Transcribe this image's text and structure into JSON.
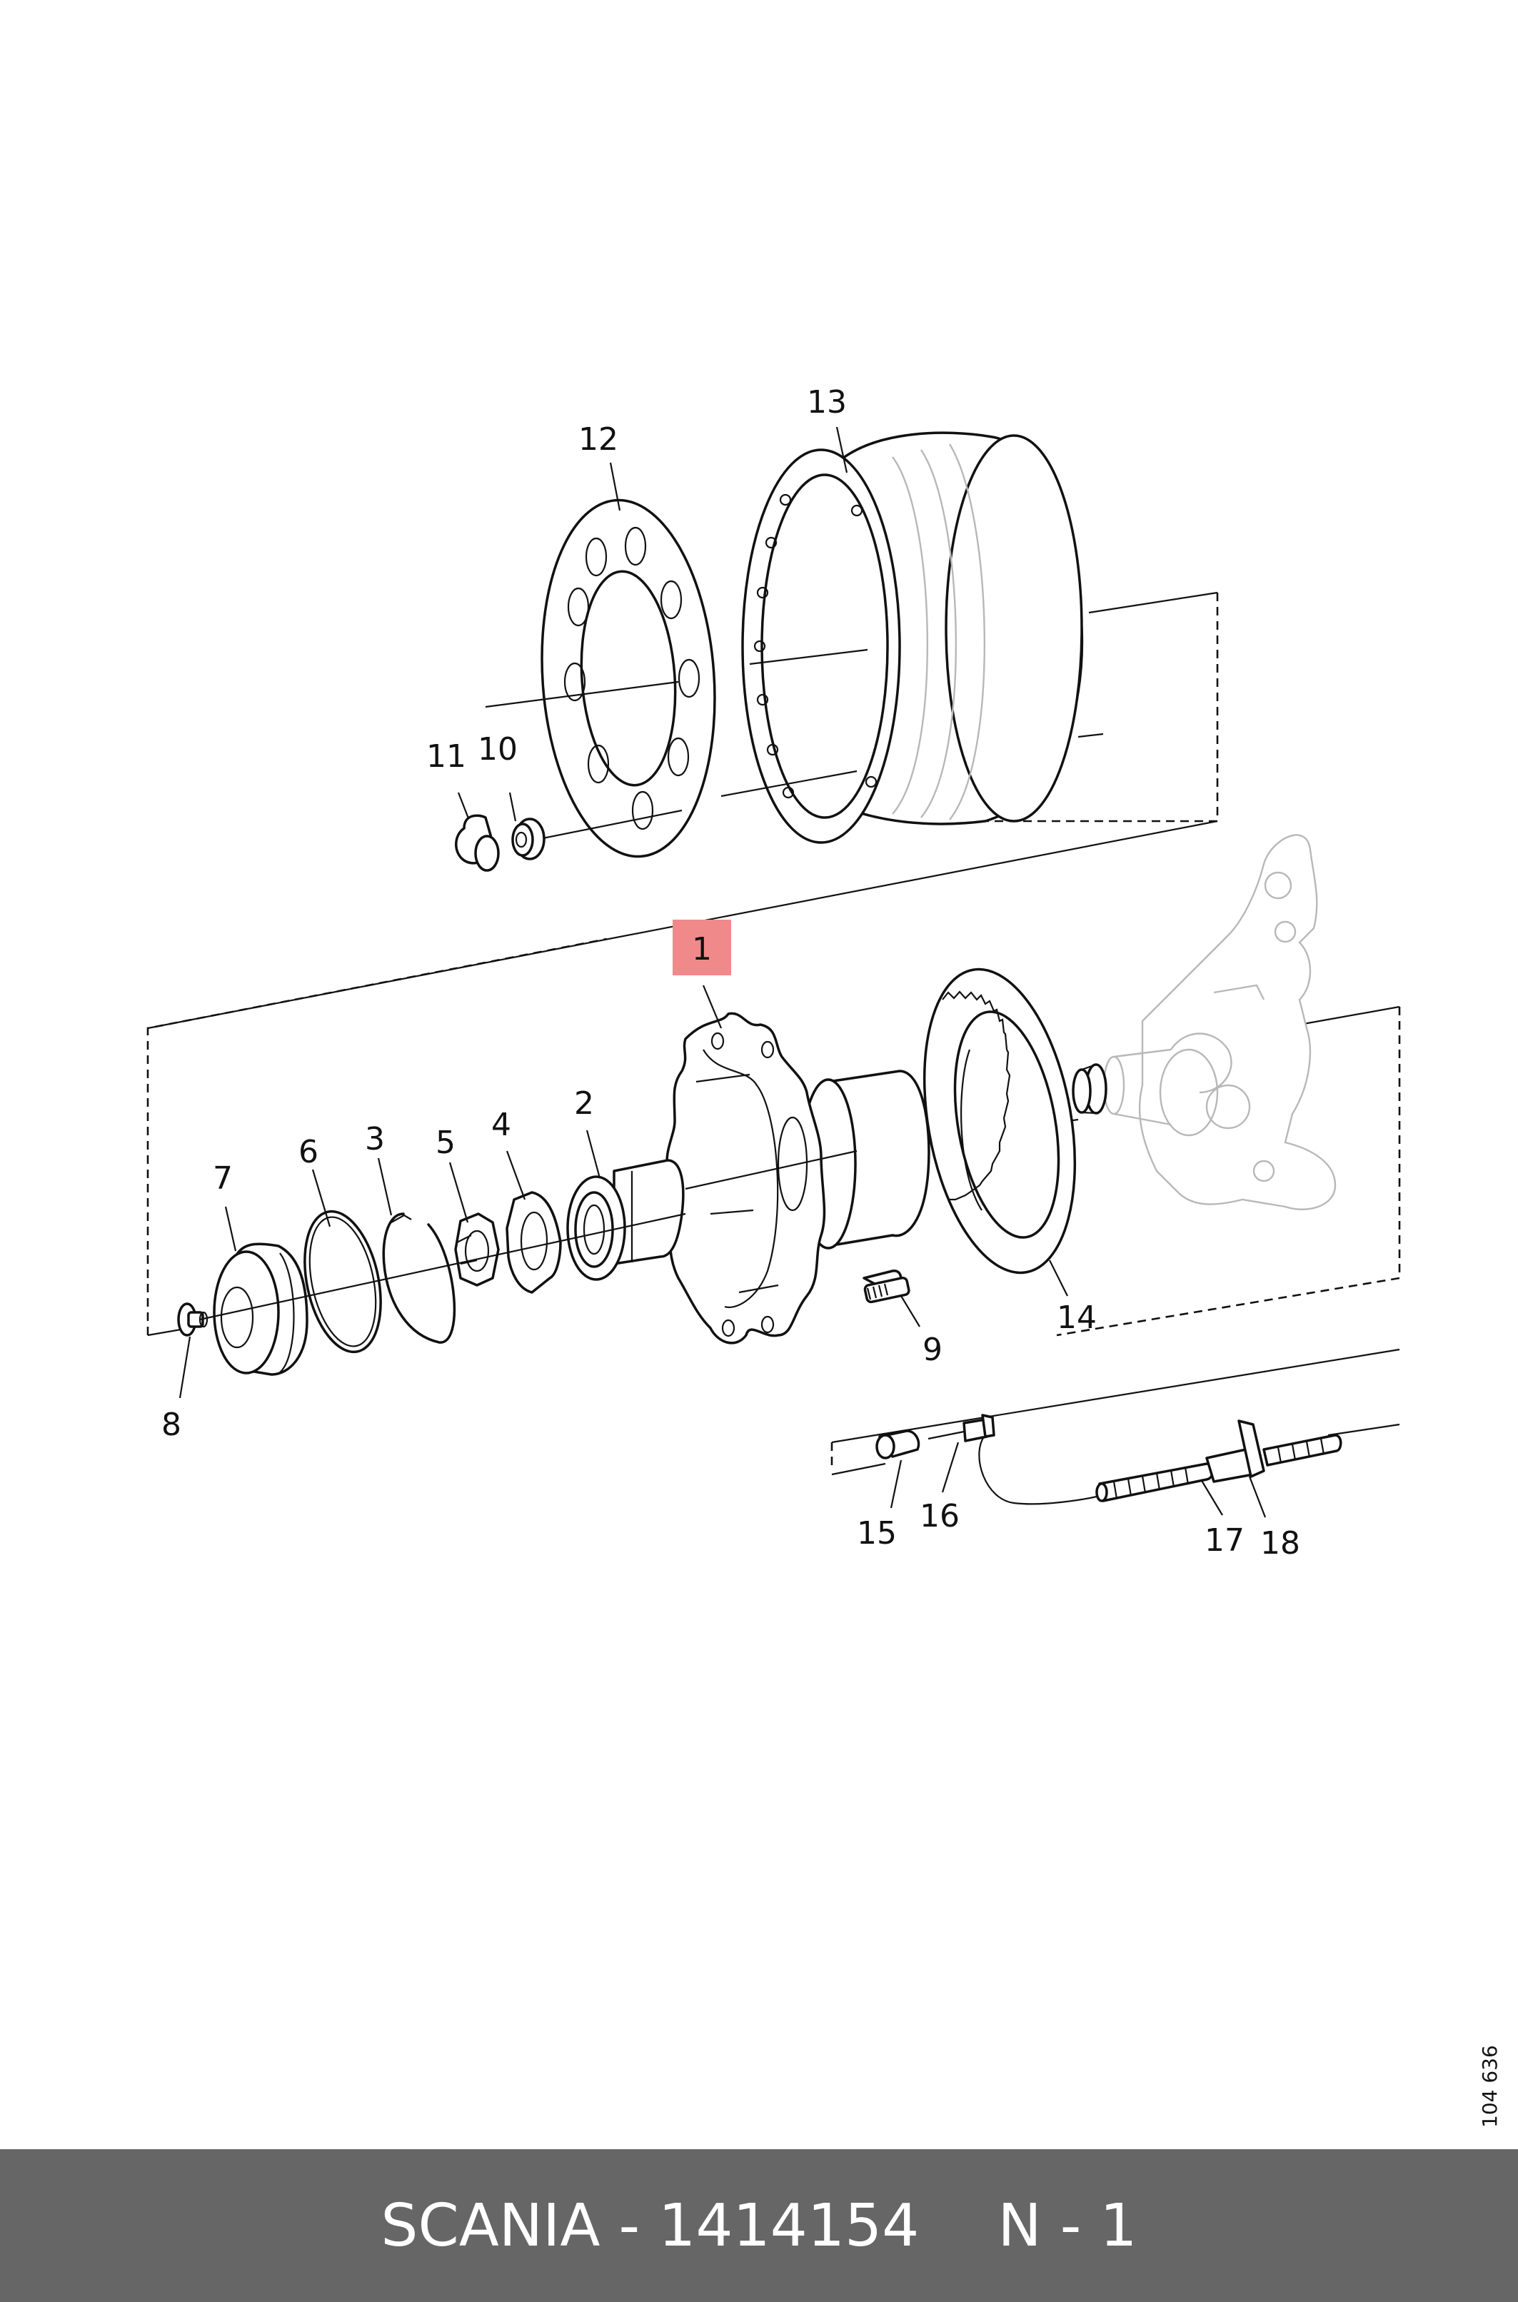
{
  "diagram": {
    "reference_number": "104 636",
    "highlight_color": "#f08a8a",
    "callouts": [
      {
        "id": "1",
        "text": "1",
        "highlighted": true
      },
      {
        "id": "2",
        "text": "2"
      },
      {
        "id": "3",
        "text": "3"
      },
      {
        "id": "4",
        "text": "4"
      },
      {
        "id": "5",
        "text": "5"
      },
      {
        "id": "6",
        "text": "6"
      },
      {
        "id": "7",
        "text": "7"
      },
      {
        "id": "8",
        "text": "8"
      },
      {
        "id": "9",
        "text": "9"
      },
      {
        "id": "10",
        "text": "10"
      },
      {
        "id": "11",
        "text": "11"
      },
      {
        "id": "12",
        "text": "12"
      },
      {
        "id": "13",
        "text": "13"
      },
      {
        "id": "14",
        "text": "14"
      },
      {
        "id": "15",
        "text": "15"
      },
      {
        "id": "16",
        "text": "16"
      },
      {
        "id": "17",
        "text": "17"
      },
      {
        "id": "18",
        "text": "18"
      }
    ]
  },
  "footer": {
    "brand_part": "SCANIA - 1414154",
    "position": "N - 1",
    "background": "#666666"
  }
}
